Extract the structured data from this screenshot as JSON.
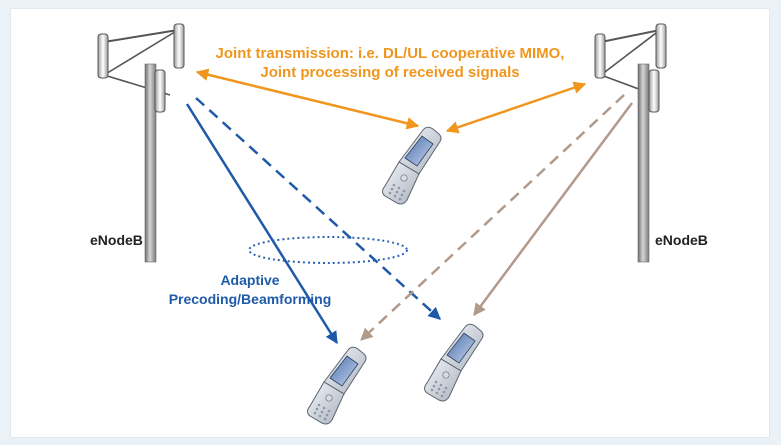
{
  "labels": {
    "joint_line1": "Joint transmission: i.e. DL/UL cooperative MIMO,",
    "joint_line2": "Joint processing of received signals",
    "enodeb_left": "eNodeB",
    "enodeb_right": "eNodeB",
    "beam_line1": "Adaptive",
    "beam_line2": "Precoding/Beamforming"
  },
  "colors": {
    "joint": "#f0961e",
    "beamforming": "#1f5aa8",
    "right_link": "#b29a8a",
    "tower": "#8a8a8a",
    "ellipse": "#2a62b0"
  },
  "icons": [
    "antenna-tower-icon",
    "mobile-phone-icon"
  ]
}
